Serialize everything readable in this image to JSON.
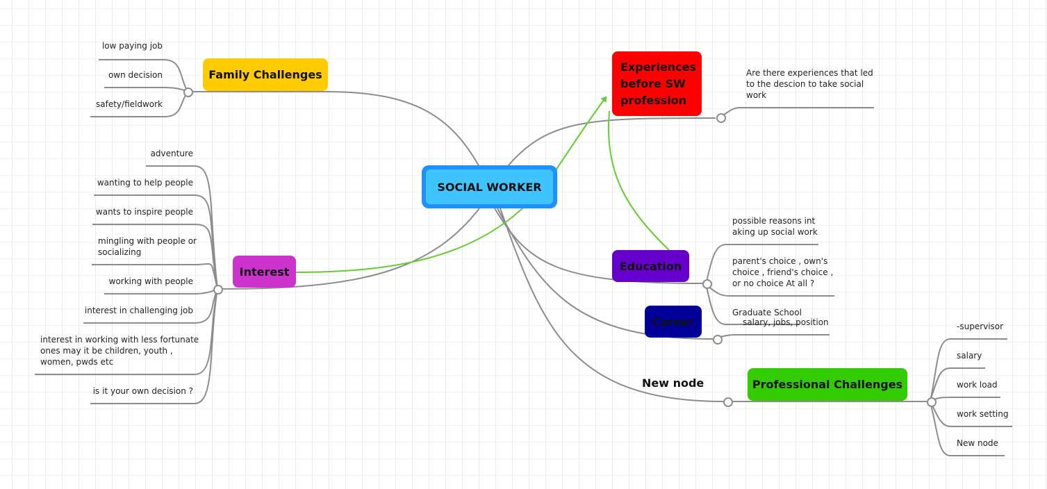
{
  "central": {
    "label": "SOCIAL WORKER",
    "fill": "#40c4ff",
    "border": "#1e90ff"
  },
  "topics": {
    "family": {
      "label": "Family Challenges",
      "color": "#ffcc00"
    },
    "interest": {
      "label": "Interest",
      "color": "#cc33cc"
    },
    "experiences": {
      "label": "Experiences\nbefore SW\nprofession",
      "color": "#ff0000"
    },
    "education": {
      "label": "Education",
      "color": "#6600cc"
    },
    "career": {
      "label": "Career",
      "color": "#000099"
    },
    "professional": {
      "label": "Professional Challenges",
      "color": "#33cc00"
    },
    "new_node": {
      "label": "New node"
    }
  },
  "family_items": [
    "low paying job",
    "own decision",
    "safety/fieldwork"
  ],
  "interest_items": [
    "adventure",
    "wanting to help people",
    "wants to inspire people",
    "mingling with people or\nsocializing",
    "working with people",
    "interest in challenging job",
    "interest in working with less fortunate\nones may it be children, youth ,\nwomen, pwds  etc",
    "is it your own decision ?"
  ],
  "experiences_items": [
    "Are there experiences that led\nto the descion to take social\nwork"
  ],
  "education_items": [
    "possible reasons int\naking up social work",
    "parent's choice , own's\nchoice , friend's choice ,\nor no choice At all ?",
    "Graduate School"
  ],
  "career_items": [
    "salary, jobs, position"
  ],
  "professional_items": [
    "-supervisor",
    "salary",
    "work load",
    "work setting",
    "New node"
  ],
  "colors": {
    "line": "#8c8c8c",
    "relationship": "#66cc33"
  }
}
